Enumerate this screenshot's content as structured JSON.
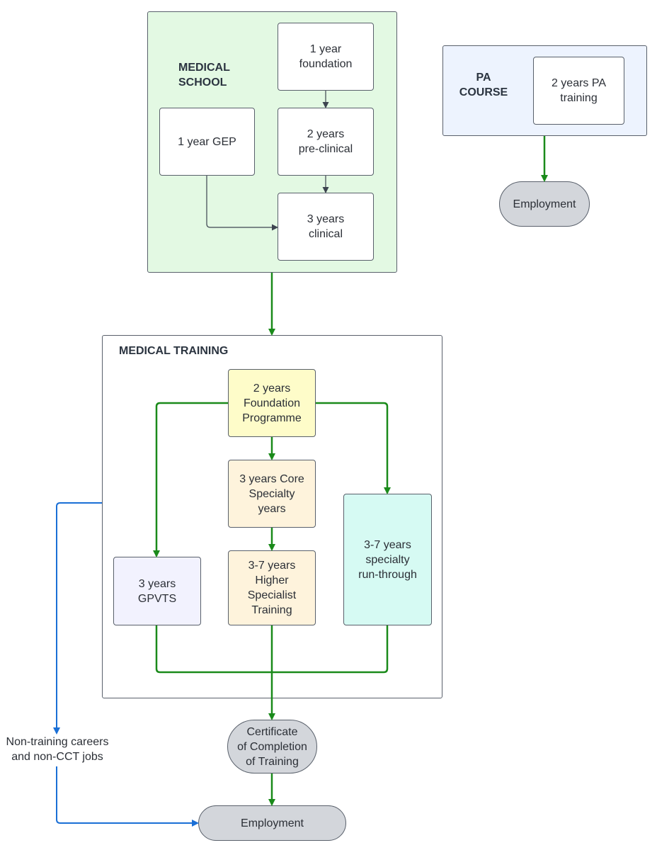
{
  "groups": {
    "medical_school": {
      "label": "MEDICAL\nSCHOOL"
    },
    "pa_course": {
      "label": "PA\nCOURSE"
    },
    "medical_training": {
      "label": "MEDICAL TRAINING"
    }
  },
  "nodes": {
    "foundation_1yr": "1 year\nfoundation",
    "gep": "1 year GEP",
    "preclinical": "2 years\npre-clinical",
    "clinical": "3 years\nclinical",
    "pa_training": "2 years PA\ntraining",
    "foundation_programme": "2 years\nFoundation\nProgramme",
    "core_specialty": "3 years Core\nSpecialty\nyears",
    "higher_specialist": "3-7 years\nHigher\nSpecialist\nTraining",
    "gpvts": "3 years\nGPVTS",
    "run_through": "3-7 years\nspecialty\nrun-through"
  },
  "terminals": {
    "pa_employment": "Employment",
    "cct": "Certificate\nof Completion\nof Training",
    "employment": "Employment"
  },
  "labels": {
    "non_training": "Non-training careers\nand non-CCT jobs"
  },
  "colors": {
    "medical_school_fill": "#e3f9e3",
    "pa_course_fill": "#edf3fe",
    "foundation_programme_fill": "#fefcc9",
    "core_fill": "#fef3dc",
    "gpvts_fill": "#f2f2fe",
    "run_through_fill": "#d6faf3",
    "terminal_fill": "#d3d6db",
    "green_arrow": "#1a8a1a",
    "blue_arrow": "#1a6fd6",
    "dark_arrow": "#3d4450"
  }
}
